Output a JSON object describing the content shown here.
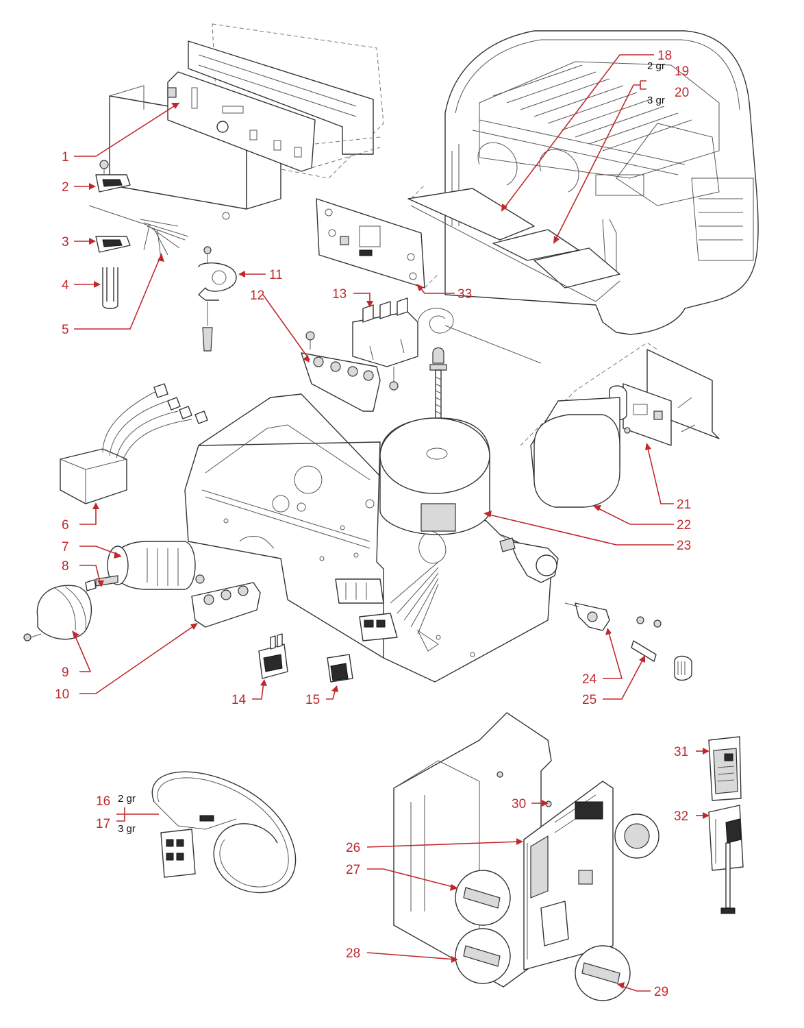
{
  "callouts": [
    {
      "id": "c1",
      "text": "1"
    },
    {
      "id": "c2",
      "text": "2"
    },
    {
      "id": "c3",
      "text": "3"
    },
    {
      "id": "c4",
      "text": "4"
    },
    {
      "id": "c5",
      "text": "5"
    },
    {
      "id": "c6",
      "text": "6"
    },
    {
      "id": "c7",
      "text": "7"
    },
    {
      "id": "c8",
      "text": "8"
    },
    {
      "id": "c9",
      "text": "9"
    },
    {
      "id": "c10",
      "text": "10"
    },
    {
      "id": "c11",
      "text": "11"
    },
    {
      "id": "c12",
      "text": "12"
    },
    {
      "id": "c13",
      "text": "13"
    },
    {
      "id": "c14",
      "text": "14"
    },
    {
      "id": "c15",
      "text": "15"
    },
    {
      "id": "c16",
      "text": "16"
    },
    {
      "id": "c17",
      "text": "17"
    },
    {
      "id": "c18",
      "text": "18"
    },
    {
      "id": "c19",
      "text": "19"
    },
    {
      "id": "c20",
      "text": "20"
    },
    {
      "id": "c21",
      "text": "21"
    },
    {
      "id": "c22",
      "text": "22"
    },
    {
      "id": "c23",
      "text": "23"
    },
    {
      "id": "c24",
      "text": "24"
    },
    {
      "id": "c25",
      "text": "25"
    },
    {
      "id": "c26",
      "text": "26"
    },
    {
      "id": "c27",
      "text": "27"
    },
    {
      "id": "c28",
      "text": "28"
    },
    {
      "id": "c29",
      "text": "29"
    },
    {
      "id": "c30",
      "text": "30"
    },
    {
      "id": "c31",
      "text": "31"
    },
    {
      "id": "c32",
      "text": "32"
    },
    {
      "id": "c33",
      "text": "33"
    }
  ],
  "variants": {
    "v19": "2 gr",
    "v20": "3 gr",
    "v16": "2 gr",
    "v17": "3 gr"
  },
  "colors": {
    "callout": "#c0282d",
    "outline": "#333333",
    "background": "#ffffff"
  }
}
